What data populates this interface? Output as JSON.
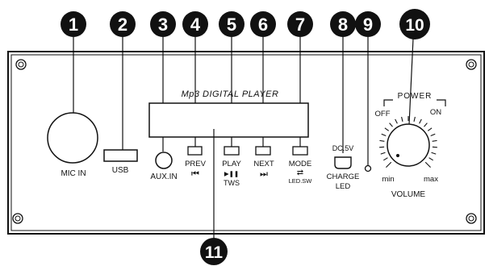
{
  "panel": {
    "display_title": "Mp3 DIGITAL  PLAYER",
    "labels": {
      "mic_in": "MIC IN",
      "usb": "USB",
      "aux_in": "AUX.IN",
      "prev": "PREV",
      "prev_icon": "⏮",
      "play": "PLAY",
      "play_icon": "▶❚❚",
      "tws": "TWS",
      "next": "NEXT",
      "next_icon": "⏭",
      "mode": "MODE",
      "mode_icon": "⇄",
      "led_sw": "LED.SW",
      "dc": "DC.5V",
      "charge": "CHARGE",
      "led": "LED",
      "power": "POWER",
      "off": "OFF",
      "on": "ON",
      "min": "min",
      "max": "max",
      "volume": "VOLUME"
    }
  },
  "callouts": [
    "1",
    "2",
    "3",
    "4",
    "5",
    "6",
    "7",
    "8",
    "9",
    "10",
    "11"
  ],
  "colors": {
    "ink": "#111111",
    "paper": "#ffffff",
    "callout": "#111111"
  }
}
